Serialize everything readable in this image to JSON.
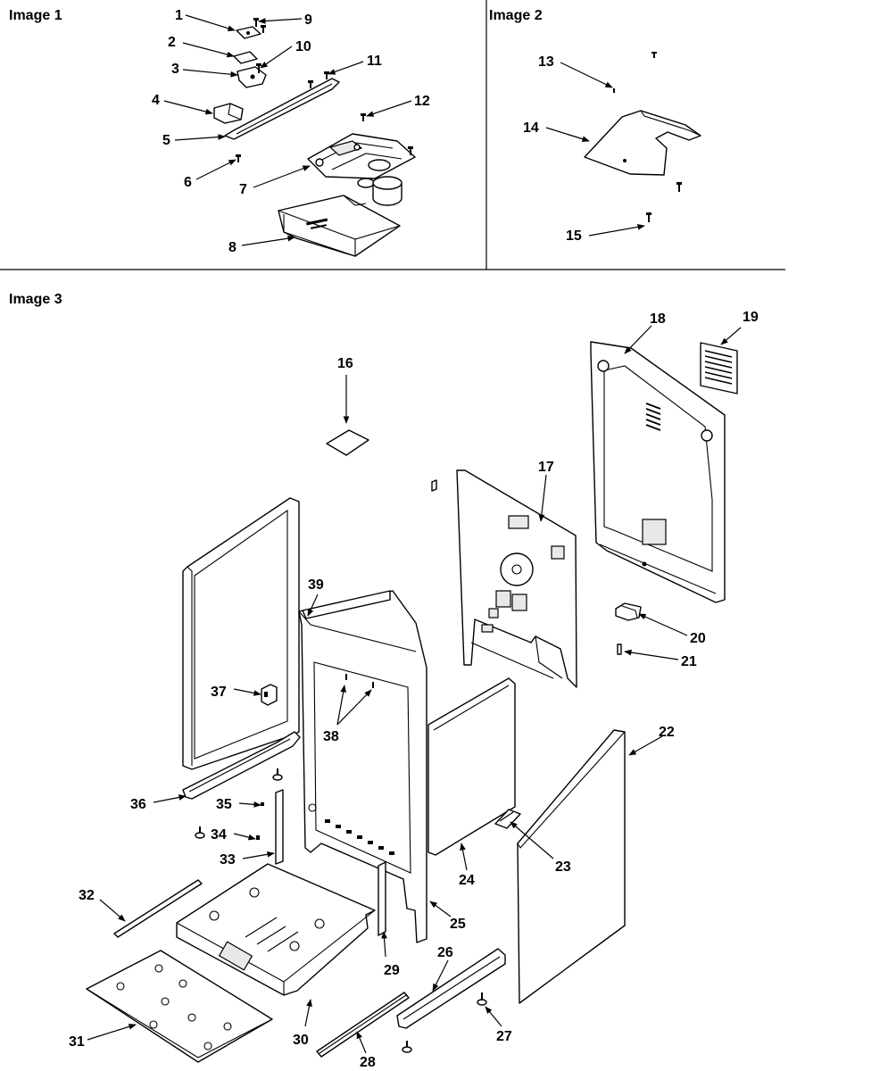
{
  "panels": {
    "image1": {
      "title": "Image 1"
    },
    "image2": {
      "title": "Image 2"
    },
    "image3": {
      "title": "Image 3"
    }
  },
  "callouts": [
    "1",
    "2",
    "3",
    "4",
    "5",
    "6",
    "7",
    "8",
    "9",
    "10",
    "11",
    "12",
    "13",
    "14",
    "15",
    "16",
    "17",
    "18",
    "19",
    "20",
    "21",
    "22",
    "23",
    "24",
    "25",
    "26",
    "27",
    "28",
    "29",
    "30",
    "31",
    "32",
    "33",
    "34",
    "35",
    "36",
    "37",
    "38",
    "39"
  ]
}
